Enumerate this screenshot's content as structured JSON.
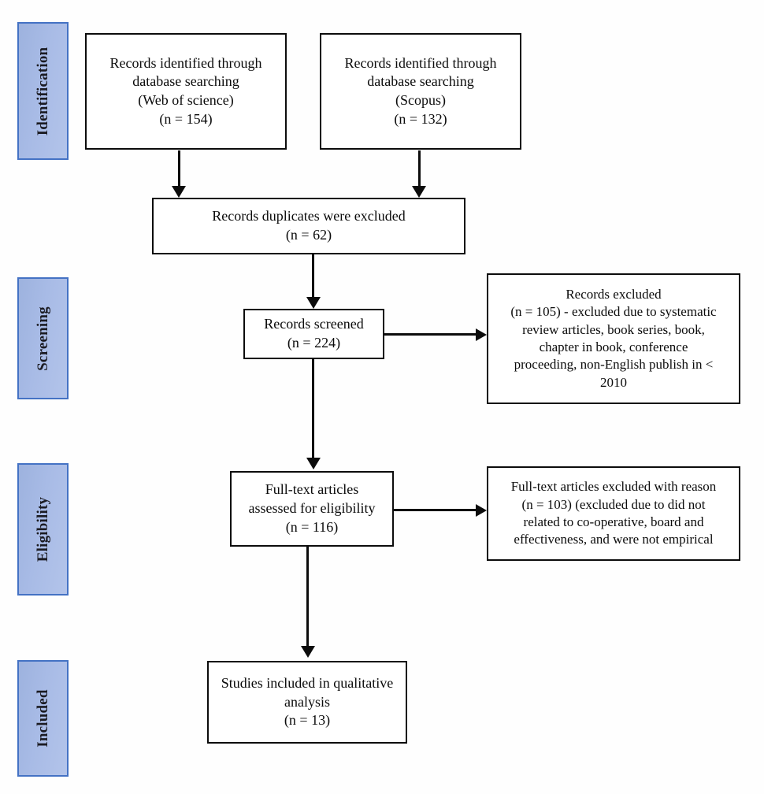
{
  "diagram": {
    "title": "PRISMA study selection flow diagram",
    "accent_color": "#4472C4",
    "stage_fill_color": "#A8BBE6",
    "box_border_color": "#0C0C0C",
    "background_color": "#FEFEFE"
  },
  "stages": [
    {
      "label": "Identification"
    },
    {
      "label": "Screening"
    },
    {
      "label": "Eligibility"
    },
    {
      "label": "Included"
    }
  ],
  "boxes": {
    "identified_wos": {
      "lines": [
        "Records identified through",
        "database searching",
        "(Web of science)",
        "(n = 154)"
      ],
      "count": 154,
      "source": "Web of science"
    },
    "identified_scopus": {
      "lines": [
        "Records identified through",
        "database searching",
        "(Scopus)",
        "(n = 132)"
      ],
      "count": 132,
      "source": "Scopus"
    },
    "duplicates_excluded": {
      "lines": [
        "Records duplicates were excluded",
        "(n = 62)"
      ],
      "count": 62
    },
    "records_screened": {
      "lines": [
        "Records screened",
        "(n = 224)"
      ],
      "count": 224
    },
    "records_excluded": {
      "lines": [
        "Records excluded",
        "(n = 105) - excluded due to systematic",
        "review articles, book series, book,",
        "chapter in book, conference",
        "proceeding, non-English publish in <",
        "2010"
      ],
      "count": 105
    },
    "fulltext_assessed": {
      "lines": [
        "Full-text articles",
        "assessed for eligibility",
        "(n = 116)"
      ],
      "count": 116
    },
    "fulltext_excluded": {
      "lines": [
        "Full-text articles excluded with reason",
        "(n = 103) (excluded due to did not",
        "related to co-operative, board and",
        "effectiveness, and were not empirical"
      ],
      "count": 103
    },
    "studies_included": {
      "lines": [
        "Studies included in qualitative",
        "analysis",
        "(n = 13)"
      ],
      "count": 13
    }
  }
}
